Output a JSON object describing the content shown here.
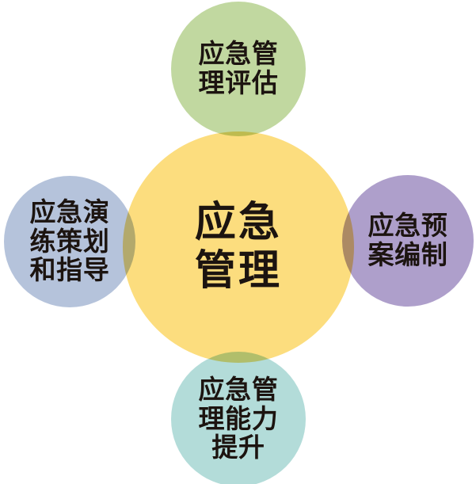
{
  "diagram": {
    "type": "radial-hub-and-spoke",
    "background_color": "#ffffff",
    "center": {
      "id": "center",
      "label": "应急\n管理",
      "label_plain": "应急管理",
      "color": "#fcdd7e",
      "text_color": "#1c1410",
      "icon": "circle-shape"
    },
    "satellites": [
      {
        "id": "top",
        "position": "top",
        "label": "应急管\n理评估",
        "label_plain": "应急管理评估",
        "color": "#c1d8a0",
        "text_color": "#1c1410",
        "icon": "circle-shape"
      },
      {
        "id": "right",
        "position": "right",
        "label": "应急预\n案编制",
        "label_plain": "应急预案编制",
        "color": "#ae9fcb",
        "text_color": "#1c1410",
        "icon": "circle-shape"
      },
      {
        "id": "bottom",
        "position": "bottom",
        "label": "应急管\n理能力\n提升",
        "label_plain": "应急管理能力提升",
        "color": "#b3dcd9",
        "text_color": "#1c1410",
        "icon": "circle-shape"
      },
      {
        "id": "left",
        "position": "left",
        "label": "应急演\n练策划\n和指导",
        "label_plain": "应急演练策划和指导",
        "color": "#b5c3db",
        "text_color": "#1c1410",
        "icon": "circle-shape"
      }
    ]
  }
}
